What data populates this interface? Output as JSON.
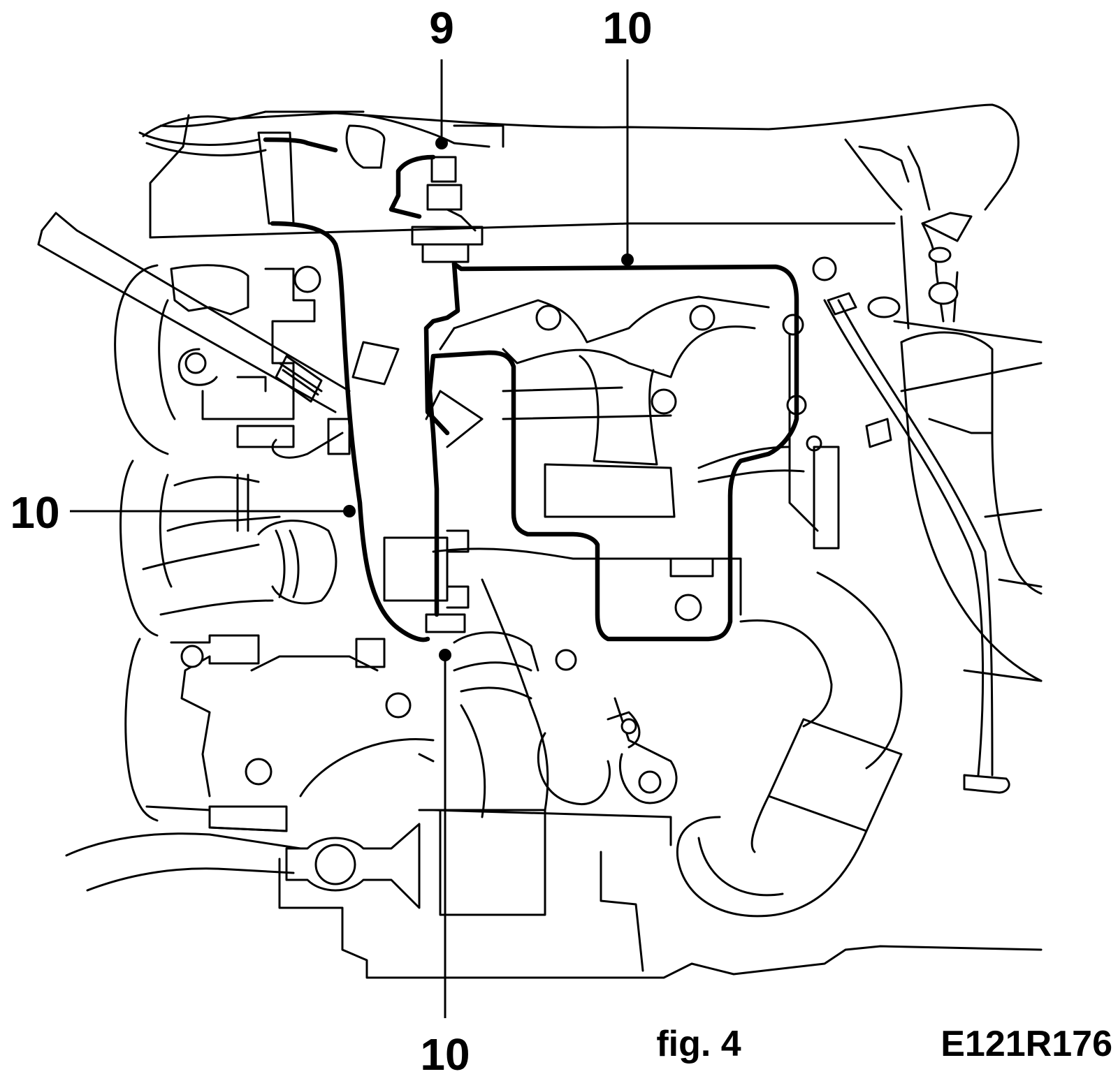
{
  "callouts": [
    {
      "id": "callout-9-top",
      "text": "9"
    },
    {
      "id": "callout-10-top",
      "text": "10"
    },
    {
      "id": "callout-10-left",
      "text": "10"
    },
    {
      "id": "callout-10-bottom",
      "text": "10"
    }
  ],
  "caption": "fig. 4",
  "reference_code": "E121R176"
}
